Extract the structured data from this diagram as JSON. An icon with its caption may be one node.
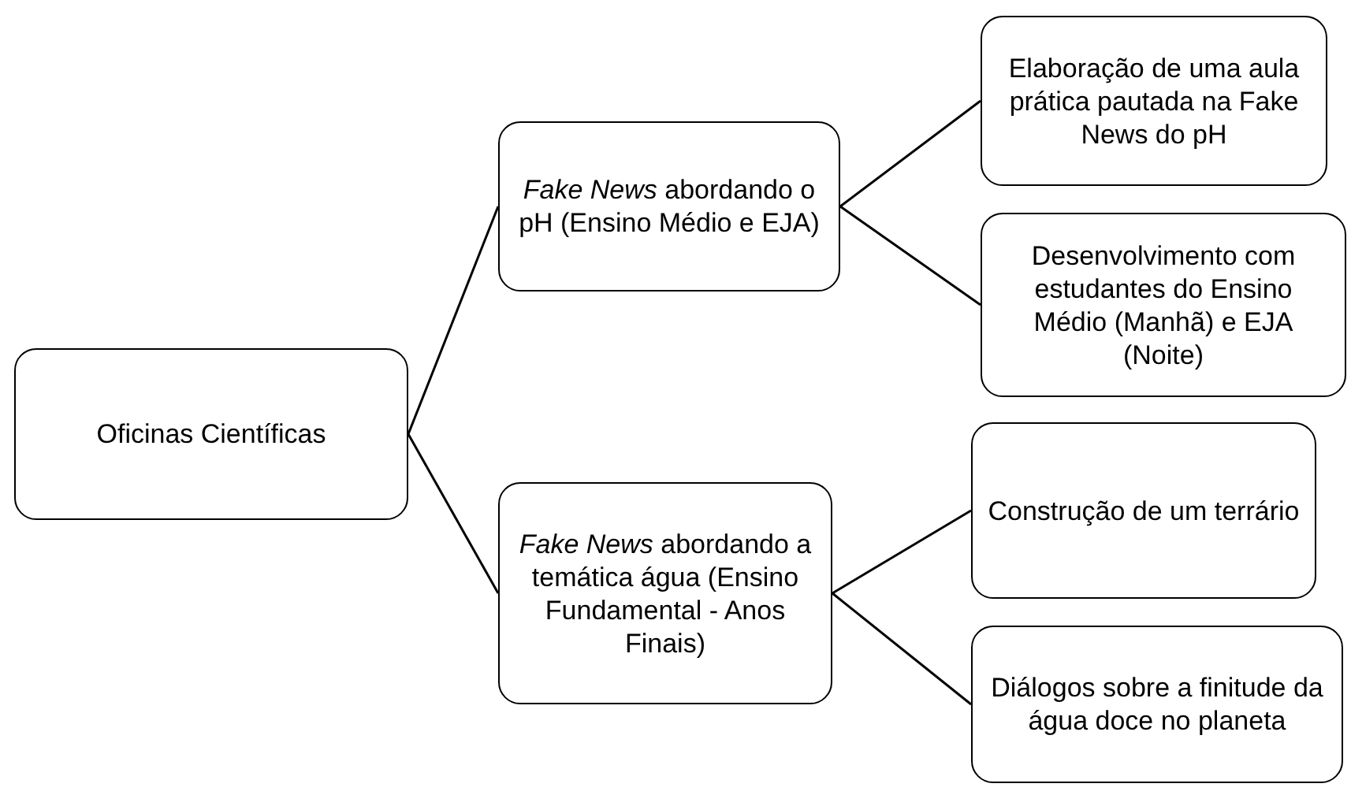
{
  "diagram": {
    "nodes": [
      {
        "text": [
          "Oficinas Científicas"
        ]
      },
      {
        "text": [
          "*Fake News* abordando o pH (Ensino Médio e EJA)"
        ]
      },
      {
        "text": [
          "Elaboração de uma aula prática pautada na Fake News do pH"
        ]
      },
      {
        "text": [
          "Desenvolvimento com estudantes do Ensino Médio (Manhã) e EJA (Noite)"
        ]
      },
      {
        "text": [
          "*Fake News* abordando a temática água (Ensino Fundamental - Anos Finais)"
        ]
      },
      {
        "text": [
          "Construção de um terrário"
        ]
      },
      {
        "text": [
          "Diálogos sobre a finitude da água doce no planeta"
        ]
      }
    ],
    "edges": [
      {
        "from": 0,
        "to": 1,
        "arrow": "none"
      },
      {
        "from": 0,
        "to": 4,
        "arrow": "none"
      },
      {
        "from": 1,
        "to": 2,
        "arrow": "none"
      },
      {
        "from": 1,
        "to": 3,
        "arrow": "none"
      },
      {
        "from": 4,
        "to": 5,
        "arrow": "none"
      },
      {
        "from": 4,
        "to": 6,
        "arrow": "none"
      }
    ]
  }
}
